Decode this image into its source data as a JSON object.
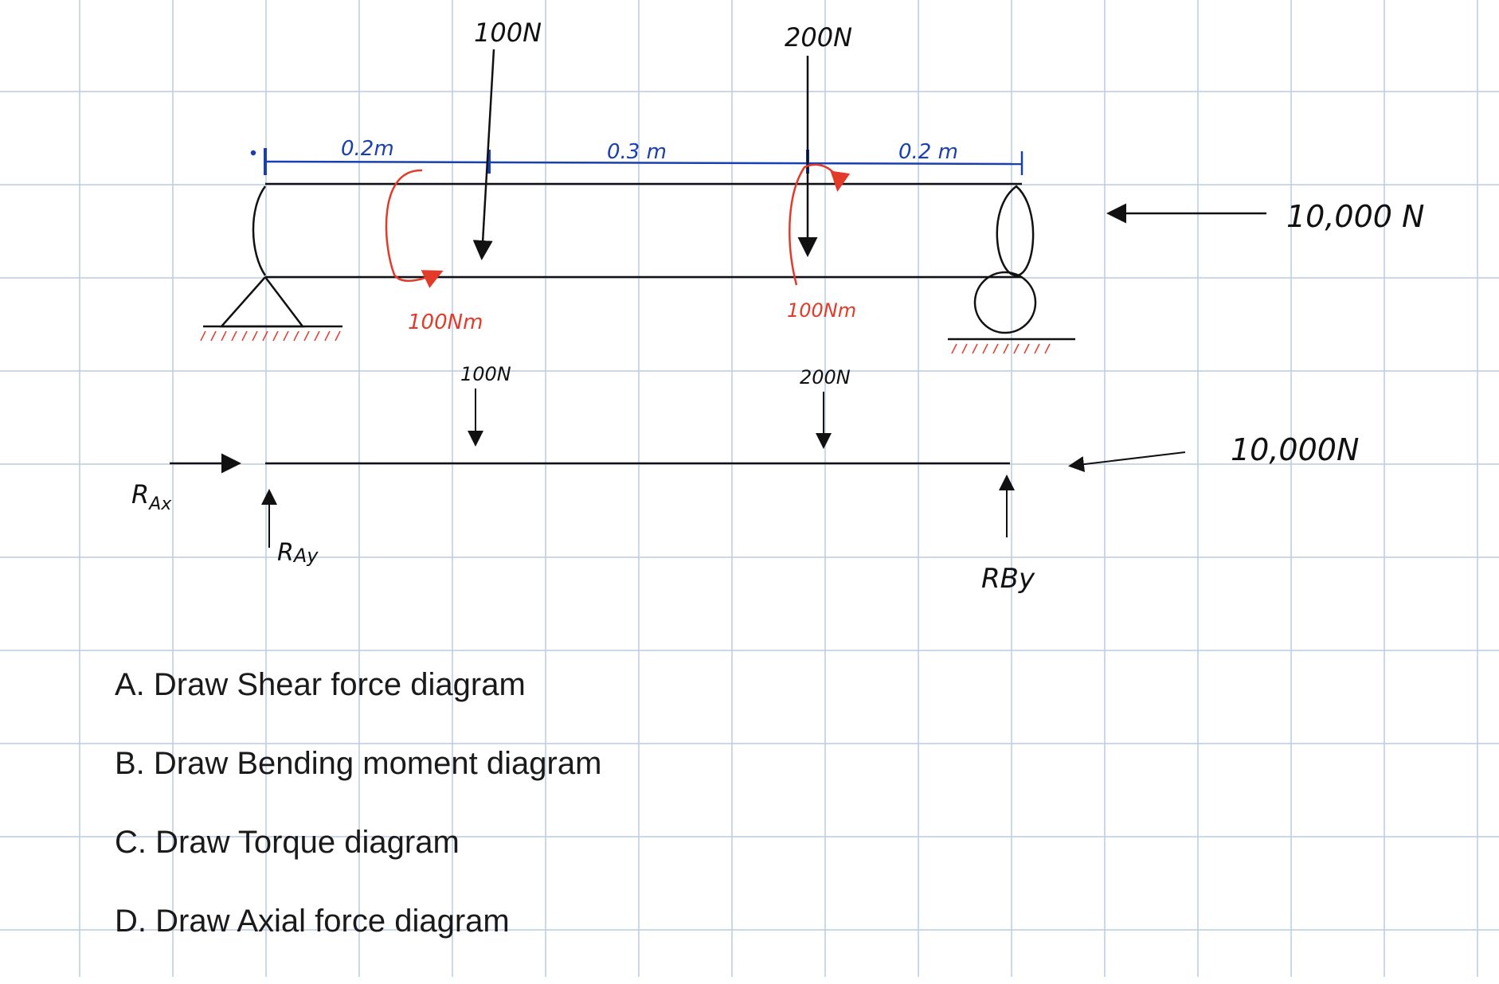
{
  "diagram": {
    "loads": {
      "load1": "100N",
      "load2": "200N",
      "axial": "10,000 N"
    },
    "dimensions": [
      "0.2m",
      "0.3 m",
      "0.2 m"
    ],
    "moments": {
      "moment1": "100Nm",
      "moment2": "100Nm"
    },
    "fbd": {
      "load1": "100N",
      "load2": "200N",
      "axial": "10,000N",
      "rax": {
        "main": "R",
        "sub": "Ax"
      },
      "ray": {
        "main": "R",
        "sub": "Ay"
      },
      "rby": "RBy"
    },
    "colors": {
      "grid": "#b9cbe4",
      "dimension": "#1a3fb0",
      "moment": "#e23b2a",
      "ink": "#111111"
    }
  },
  "questions": [
    "A. Draw Shear force diagram",
    "B. Draw Bending moment diagram",
    "C. Draw Torque diagram",
    "D. Draw Axial force diagram"
  ]
}
